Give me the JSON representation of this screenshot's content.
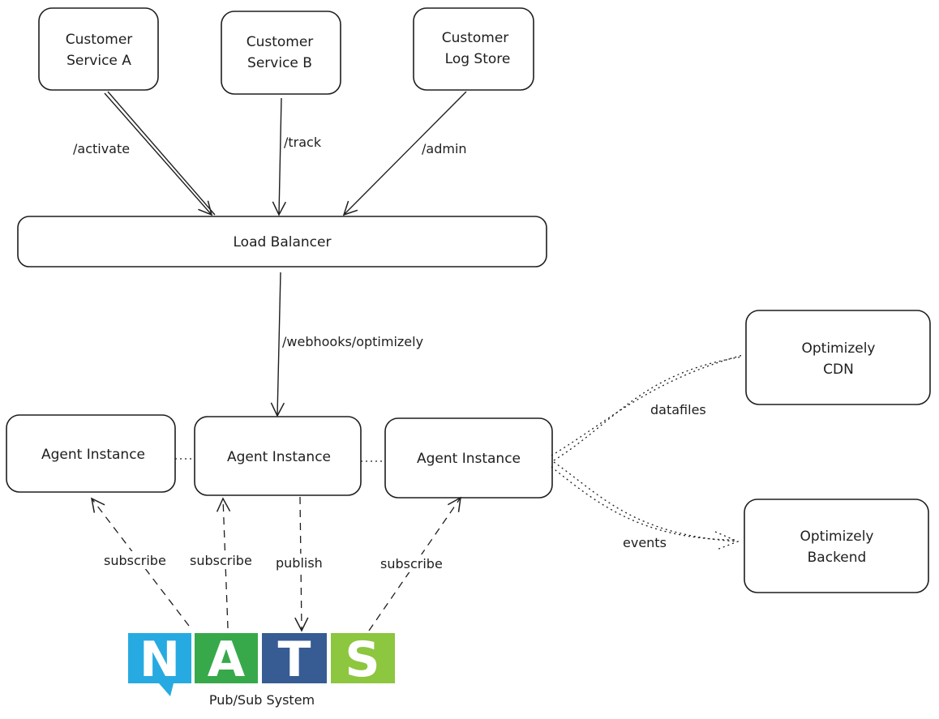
{
  "nodes": {
    "customer_service_a": {
      "line1": "Customer",
      "line2": "Service A"
    },
    "customer_service_b": {
      "line1": "Customer",
      "line2": "Service B"
    },
    "customer_log_store": {
      "line1": "Customer",
      "line2": "Log Store"
    },
    "load_balancer": {
      "label": "Load Balancer"
    },
    "agent_instance_1": {
      "label": "Agent Instance"
    },
    "agent_instance_2": {
      "label": "Agent Instance"
    },
    "agent_instance_3": {
      "label": "Agent Instance"
    },
    "optimizely_cdn": {
      "line1": "Optimizely",
      "line2": "CDN"
    },
    "optimizely_backend": {
      "line1": "Optimizely",
      "line2": "Backend"
    }
  },
  "edges": {
    "activate": "/activate",
    "track": "/track",
    "admin": "/admin",
    "webhooks": "/webhooks/optimizely",
    "datafiles": "datafiles",
    "events": "events",
    "subscribe_1": "subscribe",
    "subscribe_2": "subscribe",
    "publish": "publish",
    "subscribe_3": "subscribe"
  },
  "nats": {
    "letters": [
      "N",
      "A",
      "T",
      "S"
    ],
    "caption": "Pub/Sub System",
    "colors": [
      "#27aae1",
      "#37a94a",
      "#375c93",
      "#8dc63f"
    ]
  }
}
